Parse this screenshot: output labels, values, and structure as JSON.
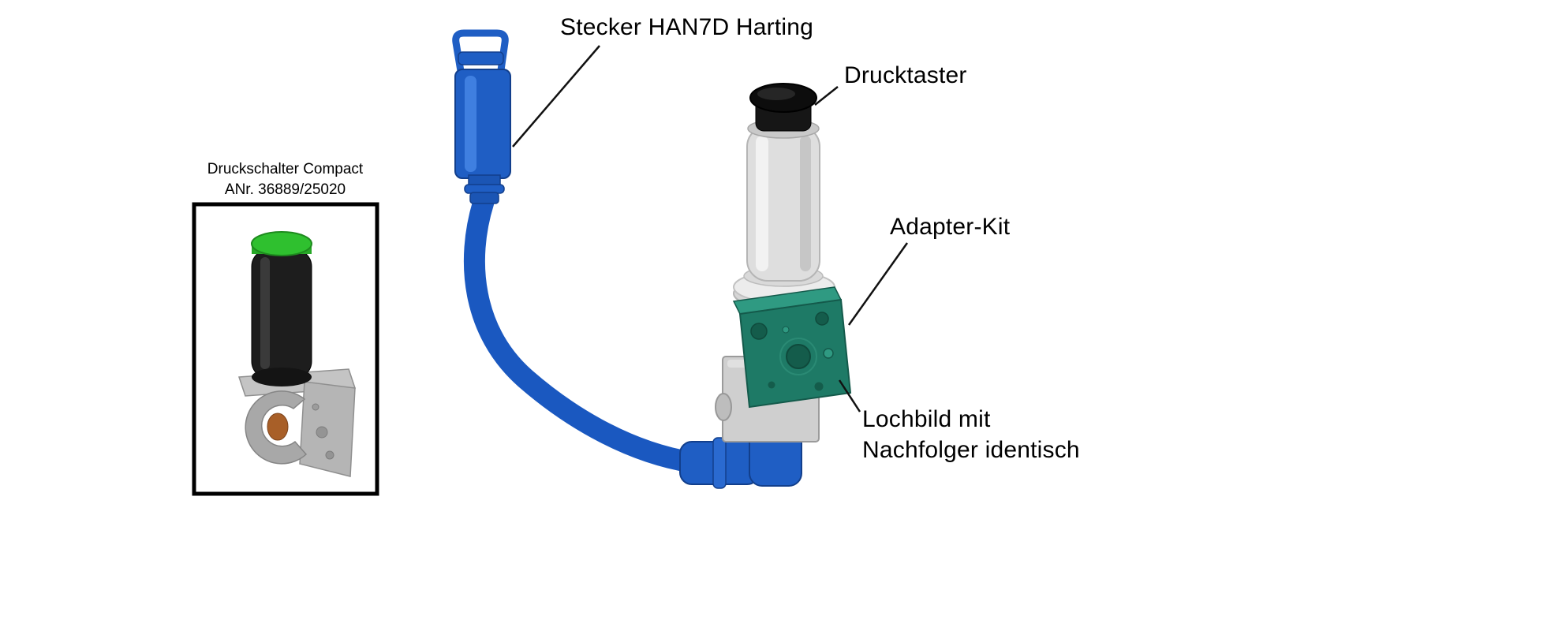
{
  "page": {
    "background": "#ffffff"
  },
  "inset": {
    "caption_line1": "Druckschalter Compact",
    "caption_line2": "ANr. 36889/25020"
  },
  "labels": {
    "connector": "Stecker HAN7D Harting",
    "pushbutton": "Drucktaster",
    "adapter_kit": "Adapter-Kit",
    "hole_pattern_line1": "Lochbild mit",
    "hole_pattern_line2": "Nachfolger identisch"
  },
  "colors": {
    "cable_blue": "#1f5ec4",
    "cable_blue_dark": "#123f8c",
    "adapter_green": "#1e7a66",
    "adapter_green_top": "#2f9a82",
    "inset_cap_green": "#2fc02f",
    "button_black": "#0d0d0d",
    "handle_gray": "#dedede",
    "valve_gray": "#cfcfcf",
    "leader_line": "#111111"
  }
}
